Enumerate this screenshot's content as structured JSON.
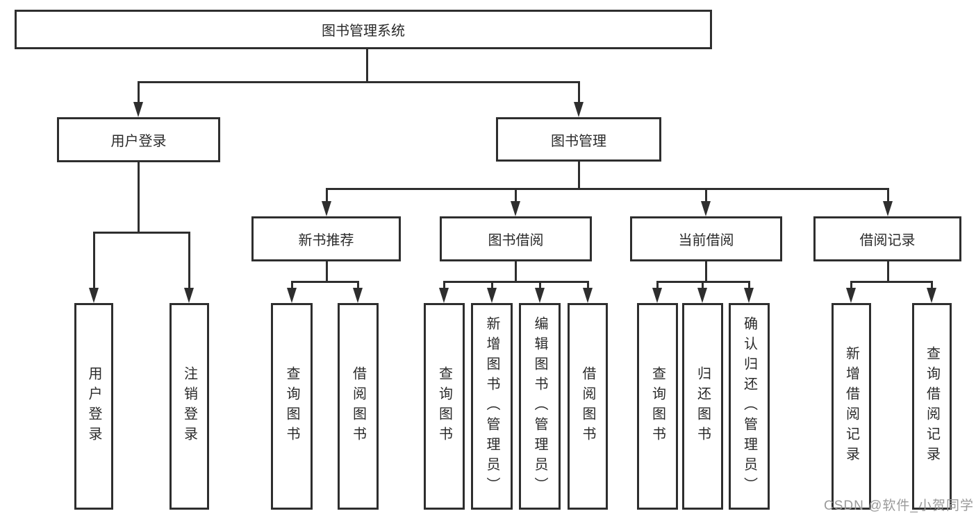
{
  "diagram": {
    "root": {
      "label": "图书管理系统"
    },
    "user_login": {
      "label": "用户登录",
      "children": {
        "login": "用户登录",
        "logout": "注销登录"
      }
    },
    "book_management": {
      "label": "图书管理",
      "modules": {
        "new_books": {
          "label": "新书推荐",
          "children": {
            "query_books": "查询图书",
            "borrow_books": "借阅图书"
          }
        },
        "borrowing": {
          "label": "图书借阅",
          "children": {
            "query_books": "查询图书",
            "add_books": "新增图书（管理员）",
            "edit_books": "编辑图书（管理员）",
            "borrow_books": "借阅图书"
          }
        },
        "current": {
          "label": "当前借阅",
          "children": {
            "query_books": "查询图书",
            "return_books": "归还图书",
            "confirm_return": "确认归还（管理员）"
          }
        },
        "records": {
          "label": "借阅记录",
          "children": {
            "add_record": "新增借阅记录",
            "query_record": "查询借阅记录"
          }
        }
      }
    }
  },
  "colors": {
    "line": "#2e2e2e",
    "box_border": "#2e2e2e",
    "text": "#2a2a2a",
    "watermark": "#9a9a9a"
  },
  "watermark": {
    "text": "CSDN @软件_小贺同学"
  }
}
